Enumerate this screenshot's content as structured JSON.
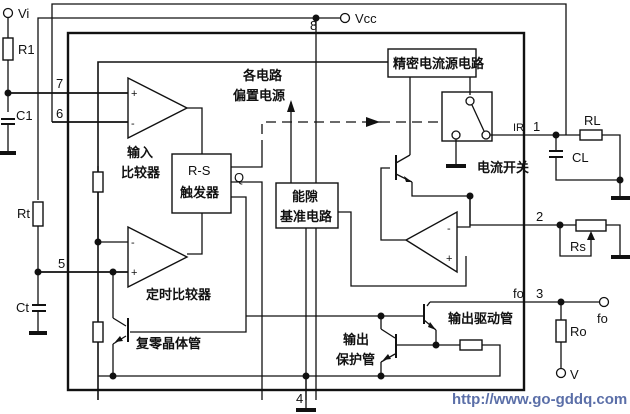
{
  "title": "Voltage-to-frequency converter IC block diagram",
  "external_labels": {
    "vi": "Vi",
    "r1": "R1",
    "c1": "C1",
    "rt": "Rt",
    "ct": "Ct",
    "vcc": "Vcc",
    "rl": "RL",
    "cl": "CL",
    "rs": "Rs",
    "ro": "Ro",
    "fo_out": "fo",
    "v_pullup": "V",
    "ir": "IR",
    "fo_pin": "fo"
  },
  "pins": {
    "p1": "1",
    "p2": "2",
    "p3": "3",
    "p4": "4",
    "p5": "5",
    "p6": "6",
    "p7": "7",
    "p8": "8"
  },
  "blocks": {
    "input_comparator_l1": "输入",
    "input_comparator_l2": "比较器",
    "rs_flipflop_l1": "R-S",
    "rs_flipflop_l2": "触发器",
    "q_output": "Q",
    "bias_l1": "各电路",
    "bias_l2": "偏置电源",
    "bandgap_l1": "能隙",
    "bandgap_l2": "基准电路",
    "precision_current_source": "精密电流源电路",
    "current_switch": "电流开关",
    "timing_comparator": "定时比较器",
    "reset_transistor": "复零晶体管",
    "output_protect_l1": "输出",
    "output_protect_l2": "保护管",
    "output_driver": "输出驱动管"
  },
  "op_signs": {
    "plus": "+",
    "minus": "-"
  },
  "watermark": "http://www.go-gddq.com"
}
